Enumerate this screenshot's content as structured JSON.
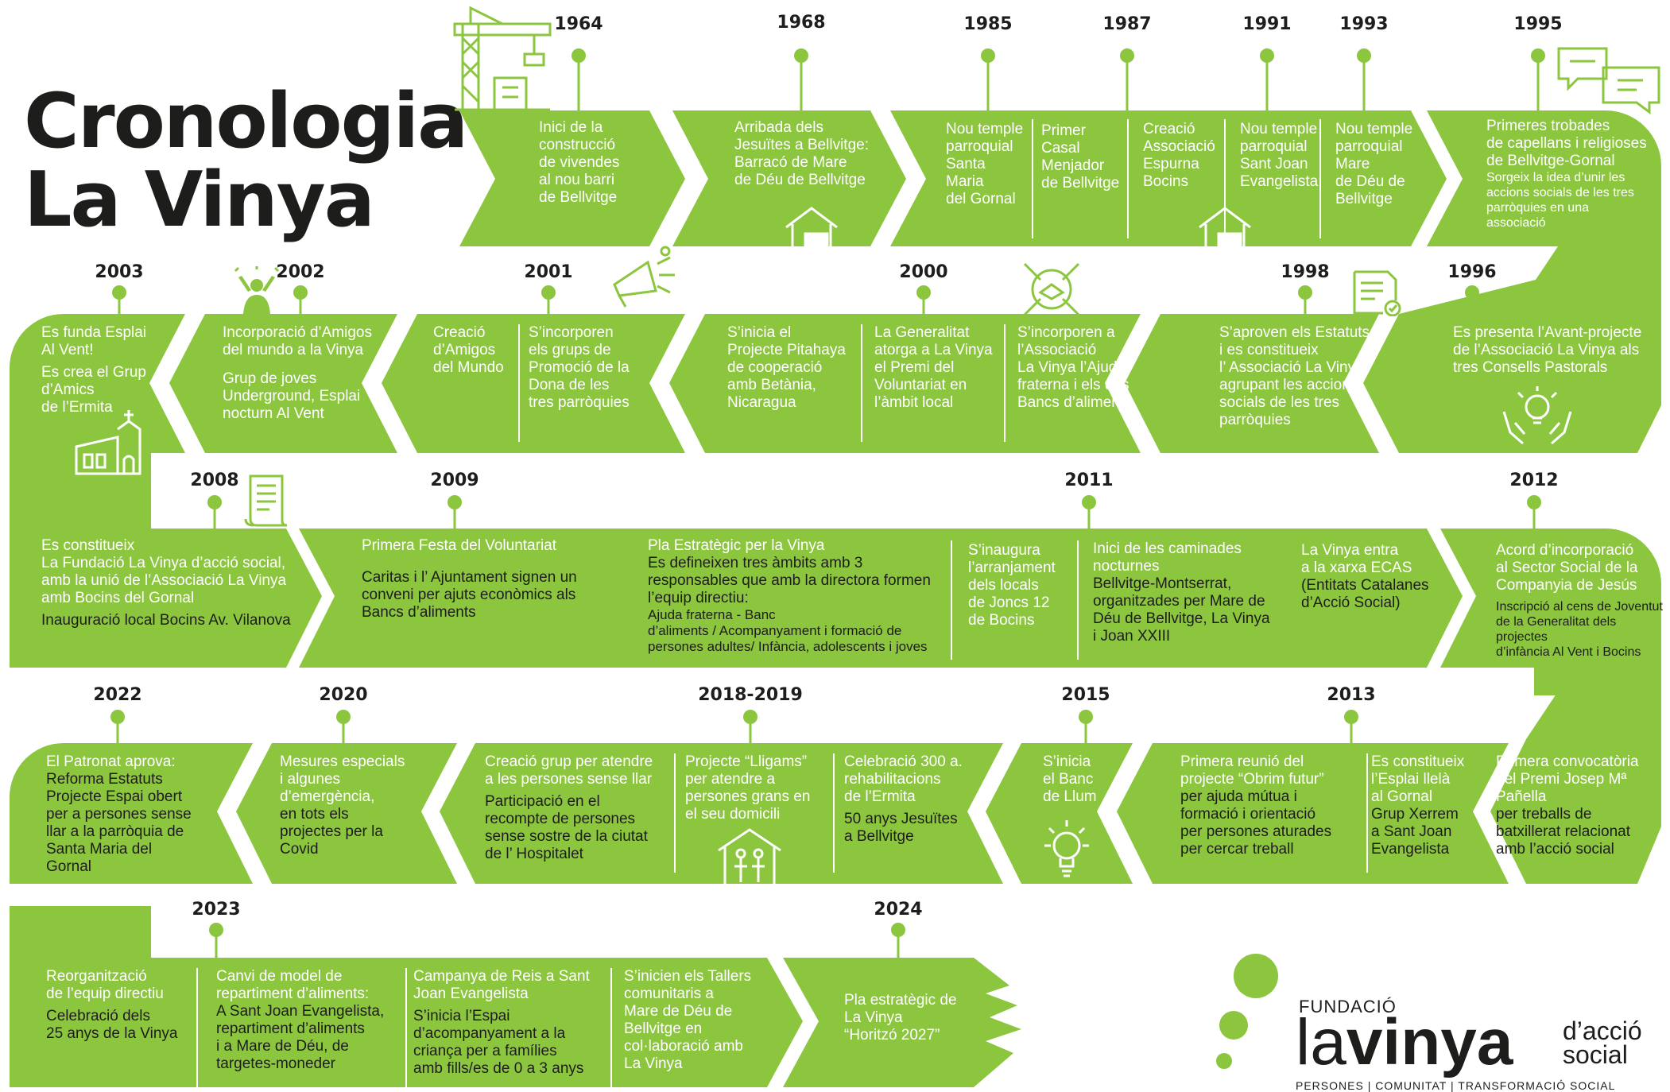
{
  "title": {
    "line1": "Cronologia",
    "line2": "La Vinya"
  },
  "colors": {
    "green": "#8cc63f",
    "dark": "#1d1d1b",
    "white": "#ffffff"
  },
  "years": {
    "y1964": "1964",
    "y1968": "1968",
    "y1985": "1985",
    "y1987": "1987",
    "y1991": "1991",
    "y1993": "1993",
    "y1995": "1995",
    "y2003": "2003",
    "y2002": "2002",
    "y2001": "2001",
    "y2000": "2000",
    "y1998": "1998",
    "y1996": "1996",
    "y2008": "2008",
    "y2009": "2009",
    "y2011": "2011",
    "y2012": "2012",
    "y2022": "2022",
    "y2020": "2020",
    "y2018": "2018-2019",
    "y2015": "2015",
    "y2013": "2013",
    "y2023": "2023",
    "y2024": "2024"
  },
  "events": {
    "e1964": [
      "Inici de la",
      "construcció",
      "de vivendes",
      "al nou barri",
      "de Bellvitge"
    ],
    "e1968": [
      "Arribada dels",
      "Jesuïtes a Bellvitge:",
      "Barracó de Mare",
      "de Déu de Bellvitge"
    ],
    "e1985": [
      "Nou temple",
      "parroquial",
      "Santa",
      "Maria",
      "del Gornal"
    ],
    "e1987": [
      "Primer",
      "Casal",
      "Menjador",
      "de Bellvitge"
    ],
    "e1987b": [
      "Creació",
      "Associació",
      "Espurna",
      "Bocins"
    ],
    "e1991": [
      "Nou temple",
      "parroquial",
      "Sant Joan",
      "Evangelista"
    ],
    "e1993": [
      "Nou temple",
      "parroquial",
      "Mare",
      "de Déu de",
      "Bellvitge"
    ],
    "e1995": [
      "Primeres trobades",
      "de capellans i religioses",
      "de Bellvitge-Gornal"
    ],
    "e1995s": [
      "Sorgeix la idea d’unir les",
      "accions socials de les tres",
      "parròquies en una",
      "associació"
    ],
    "e1996": [
      "Es presenta l’Avant-projecte",
      "de l’Associació La Vinya als",
      "tres Consells Pastorals"
    ],
    "e1998": [
      "S’aproven els Estatuts",
      "i es constitueix",
      "l’ Associació La Vinya",
      "agrupant les accions",
      "socials de les tres",
      "parròquies"
    ],
    "e2000b": [
      "S’incorporen a",
      "l’Associació",
      "La Vinya l’Ajuda",
      "fraterna i els dos",
      "Bancs d’aliments"
    ],
    "e2000": [
      "La Generalitat",
      "atorga a La Vinya",
      "el Premi del",
      "Voluntariat en",
      "l’àmbit local"
    ],
    "e2000a": [
      "S’inicia el",
      "Projecte Pitahaya",
      "de cooperació",
      "amb Betània,",
      "Nicaragua"
    ],
    "e2001": [
      "S’incorporen",
      "els grups de",
      "Promoció de la",
      "Dona de les",
      "tres parròquies"
    ],
    "e2001b": [
      "Creació",
      "d’Amigos",
      "del Mundo"
    ],
    "e2002": [
      "Incorporació d’Amigos",
      "del mundo a la Vinya"
    ],
    "e2002b": [
      "Grup de joves",
      "Underground, Esplai",
      "nocturn Al Vent"
    ],
    "e2003": [
      "Es funda Esplai",
      "Al Vent!"
    ],
    "e2003b": [
      "Es crea el Grup",
      "d’Amics",
      "de l’Ermita"
    ],
    "e2008": [
      "Es constitueix",
      "La Fundació La Vinya d’acció social,",
      "amb la unió de l’Associació La Vinya",
      "amb Bocins del Gornal"
    ],
    "e2008b": [
      "Inauguració local Bocins Av. Vilanova"
    ],
    "e2009": [
      "Primera Festa del Voluntariat"
    ],
    "e2009b": [
      "Caritas i l’ Ajuntament signen un",
      "conveni per ajuts econòmics als",
      "Bancs d’aliments"
    ],
    "e2010": [
      "Pla Estratègic per la Vinya"
    ],
    "e2010b": [
      "Es defineixen tres àmbits amb 3",
      "responsables que amb la directora formen",
      "l’equip directiu:"
    ],
    "e2010c": [
      "Ajuda fraterna - Banc",
      "d’aliments / Acompanyament i formació de",
      "persones adultes/ Infància, adolescents i joves"
    ],
    "e2010d": [
      "S’inaugura",
      "l’arranjament",
      "dels locals",
      "de Joncs 12",
      "de Bocins"
    ],
    "e2011": [
      "Inici de les caminades",
      "nocturnes"
    ],
    "e2011b": [
      "Bellvitge-Montserrat,",
      "organitzades per Mare de",
      "Déu de Bellvitge, La Vinya",
      "i Joan XXIII"
    ],
    "e2011c": [
      "La Vinya entra",
      "a la xarxa ECAS"
    ],
    "e2011d": [
      "(Entitats Catalanes",
      "d’Acció Social)"
    ],
    "e2012": [
      "Acord d’incorporació",
      "al Sector Social de la",
      "Companyia de Jesús"
    ],
    "e2012b": [
      "Inscripció al cens de Joventut",
      "de la Generalitat dels projectes",
      "d’infància Al Vent i Bocins"
    ],
    "e2013a": [
      "Primera convocatòria",
      "del Premi Josep Mª",
      "Pañella"
    ],
    "e2013ab": [
      "per treballs de",
      "batxillerat relacionat",
      "amb l’acció social"
    ],
    "e2013b": [
      "Es constitueix",
      "l’Esplai llelà",
      "al Gornal"
    ],
    "e2013bb": [
      "Grup Xerrem",
      "a Sant Joan",
      "Evangelista"
    ],
    "e2013c": [
      "Primera reunió del",
      "projecte “Obrim futur”"
    ],
    "e2013cb": [
      "per ajuda mútua i",
      "formació i orientació",
      "per persones aturades",
      "per cercar treball"
    ],
    "e2015": [
      "S’inicia",
      "el Banc",
      "de Llum"
    ],
    "e2018a": [
      "Celebració 300 a.",
      "rehabilitacions",
      "de l’Ermita"
    ],
    "e2018ab": [
      "50 anys Jesuïtes",
      "a Bellvitge"
    ],
    "e2018b": [
      "Projecte “Lligams”",
      "per atendre a",
      "persones grans en",
      "el seu domicili"
    ],
    "e2018c": [
      "Creació grup per atendre",
      "a les persones sense llar"
    ],
    "e2018cb": [
      "Participació en el",
      "recompte de persones",
      "sense sostre de la ciutat",
      "de l’ Hospitalet"
    ],
    "e2020": [
      "Mesures especials",
      "i algunes",
      "d’emergència,"
    ],
    "e2020b": [
      "en tots els",
      "projectes per la",
      "Covid"
    ],
    "e2022": [
      "El Patronat aprova:"
    ],
    "e2022b": [
      "Reforma Estatuts",
      "Projecte Espai obert",
      "per a persones sense",
      "llar a la parròquia de",
      "Santa Maria del",
      "Gornal"
    ],
    "e2023a": [
      "Reorganització",
      "de l’equip directiu"
    ],
    "e2023ab": [
      "Celebració dels",
      "25 anys de la Vinya"
    ],
    "e2023b": [
      "Canvi de model de",
      "repartiment d’aliments:"
    ],
    "e2023bb": [
      "A Sant Joan Evangelista,",
      "repartiment d’aliments",
      "i a Mare de Déu, de",
      "targetes-moneder"
    ],
    "e2023c": [
      "Campanya de Reis a Sant",
      "Joan Evangelista"
    ],
    "e2023cb": [
      "S’inicia l’Espai",
      "d’acompanyament a la",
      "criança per a famílies",
      "amb fills/es de 0 a 3 anys"
    ],
    "e2023d": [
      "S’inicien els Tallers",
      "comunitaris a",
      "Mare de Déu de",
      "Bellvitge en",
      "col·laboració amb",
      "La Vinya"
    ],
    "e2024": [
      "Pla estratègic de",
      "La Vinya",
      "“Horitzó 2027”"
    ]
  },
  "logo": {
    "fundacio": "FUNDACIÓ",
    "name_light": "la",
    "name_bold": "vinya",
    "accio1": "d’acció",
    "accio2": "social",
    "tagline": "PERSONES | COMUNITAT | TRANSFORMACIÓ SOCIAL"
  },
  "icons": [
    "crane-icon",
    "house-icon",
    "chat-bubbles-icon",
    "megaphone-icon",
    "joined-hands-icon",
    "certificate-icon",
    "celebrating-person-icon",
    "lightbulb-hands-icon",
    "church-icon",
    "scroll-icon",
    "lightbulb-icon",
    "elderly-home-icon"
  ]
}
